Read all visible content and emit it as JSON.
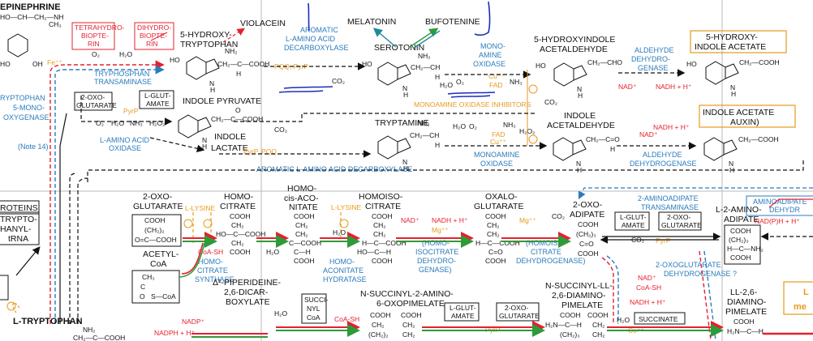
{
  "compounds": {
    "epinephrine": "EPINEPHRINE",
    "violacein": "VIOLACEIN",
    "melatonin": "MELATONIN",
    "bufotenine": "BUFOTENINE",
    "serotonin": "SEROTONIN",
    "hydroxytryptophan": [
      "5-HYDROXY-",
      "TRYPTOPHAN"
    ],
    "hydroxyindole_acetaldehyde": [
      "5-HYDROXYINDOLE",
      "ACETALDEHYDE"
    ],
    "hydroxyindole_acetate": [
      "5-HYDROXY-",
      "INDOLE ACETATE"
    ],
    "indole_pyruvate": "INDOLE PYRUVATE",
    "indole_lactate": [
      "INDOLE",
      "LACTATE"
    ],
    "tryptamine": "TRYPTAMINE",
    "indole_acetaldehyde": [
      "INDOLE",
      "ACETALDEHYDE"
    ],
    "indole_acetate": [
      "INDOLE ACETATE",
      "AUXIN)"
    ],
    "oxoglutarate_left": [
      "2-OXO-",
      "GLUTARATE"
    ],
    "homocitrate": [
      "HOMO-",
      "CITRATE"
    ],
    "homocis_aconitate": [
      "HOMO-",
      "cis-ACO-",
      "NITATE"
    ],
    "homoisocitrate": [
      "HOMOISO-",
      "CITRATE"
    ],
    "oxaloglutarate": [
      "OXALO-",
      "GLUTARATE"
    ],
    "oxoadipate": [
      "2-OXO-",
      "ADIPATE"
    ],
    "aminoadipate": [
      "L-2-AMINO-",
      "ADIPATE"
    ],
    "acetyl_coa": [
      "ACETYL-",
      "CoA"
    ],
    "piperideine": [
      "Δ¹-PIPERIDEINE-",
      "2,6-DICAR-",
      "BOXYLATE"
    ],
    "n_succinyl_amino_oxopimelate": [
      "N-SUCCINYL-2-AMINO-",
      "6-OXOPIMELATE"
    ],
    "n_succinyl_diaminopimelate": [
      "N-SUCCINYL-LL-",
      "2,6-DIAMINO-",
      "PIMELATE"
    ],
    "ll_diaminopimelate": [
      "LL-2,6-",
      "DIAMINO-",
      "PIMELATE"
    ],
    "l_tryptophan": "L-TRYPTOPHAN",
    "l_lysine_1": "L-LYSINE",
    "l_lysine_2": "L-LYSINE"
  },
  "boxes": {
    "tetrahydro": [
      "TETRAHYDRO-",
      "BIOPTE-",
      "RIN"
    ],
    "dihydro": [
      "DIHYDRO-",
      "BIOPTE-",
      "RIN"
    ],
    "oxoglutarate_box": [
      "2-OXO-",
      "GLUTARATE"
    ],
    "lglutamate_box": [
      "L-GLUT-",
      "AMATE"
    ],
    "proteins": "ROTEINS",
    "trna": [
      "TRYPTO-",
      "HANYL-",
      "tRNA"
    ],
    "lglutamate_box2": [
      "L-GLUT-",
      "AMATE"
    ],
    "oxoglutarate_box2": [
      "2-OXO-",
      "GLUTARATE"
    ],
    "succinyl_coa": [
      "SUCCI-",
      "NYL",
      "CoA"
    ],
    "lglutamate_box3": [
      "L-GLUT-",
      "AMATE"
    ],
    "oxoglutarate_box3": [
      "2-OXO-",
      "GLUTARATE"
    ],
    "succinate": "SUCCINATE",
    "right_box": [
      "L",
      "me"
    ]
  },
  "enzymes": {
    "tryptophan_monooxygenase": [
      "RYPTOPHAN",
      "5-MONO-",
      "OXYGENASE"
    ],
    "tryptophan_transaminase": [
      "TRYPHOSPHAN",
      "TRANSAMINASE"
    ],
    "aromatic_decarboxylase": [
      "AROMATIC",
      "L-AMINO ACID",
      "DECARBOXYLASE"
    ],
    "monoamine_oxidase": [
      "MONO-",
      "AMINE",
      "OXIDASE"
    ],
    "aldehyde_dehydrogenase": [
      "ALDEHYDE",
      "DEHYDRO-",
      "GENASE"
    ],
    "l_amino_acid_oxidase": [
      "L-AMINO ACID",
      "OXIDASE"
    ],
    "aromatic_decarboxylase_2": "AROMATIC L-AMINO ACID DECARBOXYLASE",
    "monoamine_oxidase_2": [
      "MONOAMINE",
      "OXIDASE"
    ],
    "aldehyde_dehydrogenase_2": [
      "ALDEHYDE",
      "DEHYDROGENASE"
    ],
    "homocitrate_synthase": [
      "HOMO-",
      "CITRATE",
      "SYNTHASE"
    ],
    "homoaconitate_hydratase": [
      "HOMO-",
      "ACONITATE",
      "HYDRATASE"
    ],
    "homoisocitrate_dehydrogenase": [
      "(HOMO-",
      "ISOCITRATE",
      "DEHYDRO-",
      "GENASE)"
    ],
    "homoisocitrate_dehydrogenase_2": [
      "(HOMOISO-",
      "CITRATE",
      "DEHYDROGENASE)"
    ],
    "aminoadipate_transaminase": [
      "2-AMINOADIPATE",
      "TRANSAMINASE"
    ],
    "aminoadipate_dehydro": [
      "AMINOADIPATE",
      "DEHYDR"
    ],
    "oxoglutarate_dehydrogenase": [
      "2-OXOGLUTARATE",
      "DEHYDROGENASE ?"
    ]
  },
  "labels": {
    "inhibitors": "MONOAMINE OXIDASE INHIBITORS",
    "note": "(Note 14)",
    "cofactor_pqq_pyrp": "PQQ, PyrP",
    "cofactor_pyrp_pqq": "PyrP, PQQ",
    "pyrp": "PyrP",
    "fe": "Fe⁺⁺",
    "cu": "Cu⁺⁺",
    "fad": "FAD",
    "mg": "Mg⁺⁺",
    "co": "Co⁺⁺",
    "nad": "NAD⁺",
    "nadh": "NADH + H⁺",
    "nadph": "NADPH + H⁺",
    "nadp": "NADP⁺",
    "coa_sh": "CoA-SH",
    "nadph_nadp": "NAD(P)H + H⁺",
    "o2": "O₂",
    "h2o": "H₂O",
    "h2o2": "H₂O₂",
    "nh3": "NH₃",
    "co2": "CO₂",
    "cooh": "COOH",
    "nh2": "NH₂"
  }
}
